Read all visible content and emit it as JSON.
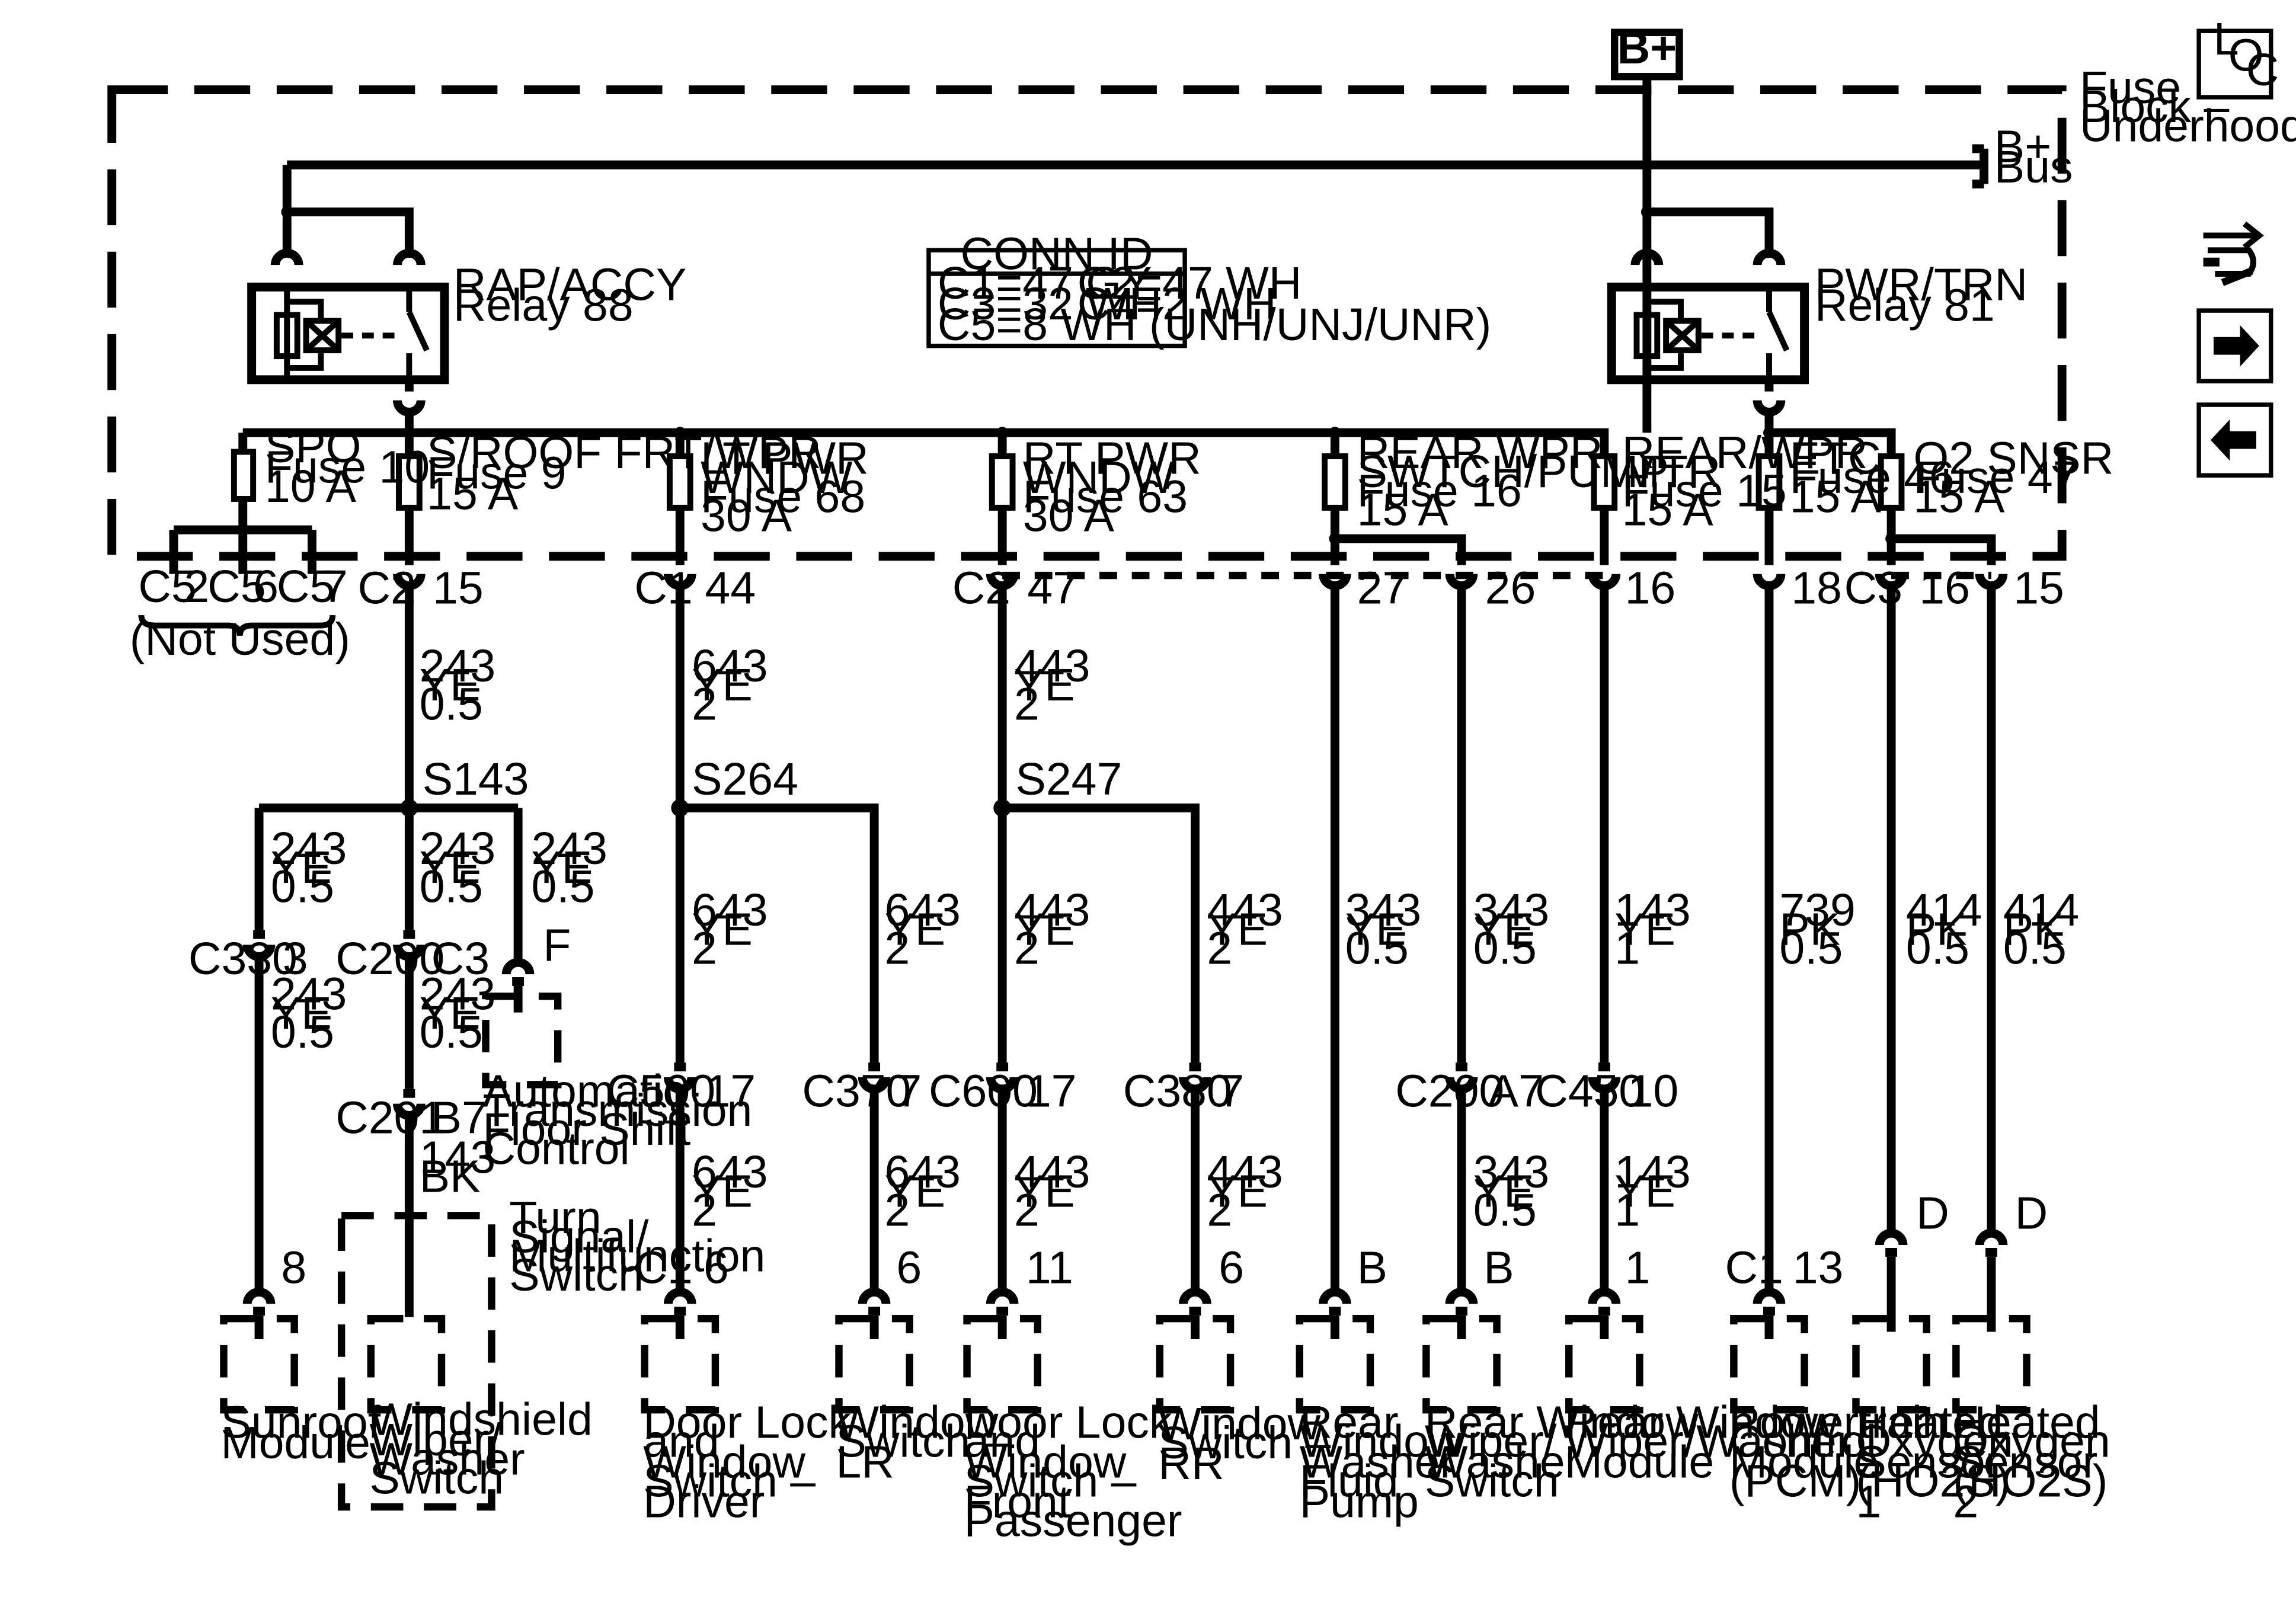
{
  "power": {
    "b_plus": "B+"
  },
  "fuse_block": {
    "line1": "Fuse",
    "line2": "Block –",
    "line3": "Underhood"
  },
  "bus": {
    "line1": "B+",
    "line2": "Bus"
  },
  "conn_id": {
    "title": "CONN ID",
    "rows": [
      [
        "C1=47 GY",
        "C2=47 WH"
      ],
      [
        "C3=32 WH",
        "C4=2 WH"
      ],
      [
        "C5=8 WH (UNH/UNJ/UNR)",
        ""
      ]
    ]
  },
  "relays": {
    "rap": {
      "line1": "RAP/ACCY",
      "line2": "Relay 88"
    },
    "pwr": {
      "line1": "PWR/TRN",
      "line2": "Relay 81"
    }
  },
  "fuses": [
    {
      "line1": "SPO",
      "line2": "Fuse 10",
      "line3": "10 A"
    },
    {
      "line1": "S/ROOF FRT/WPR",
      "line2": "Fuse 9",
      "line3": "15 A"
    },
    {
      "line1": "LT PWR",
      "line2": "WNDW",
      "line3": "Fuse 68",
      "line4": "30 A"
    },
    {
      "line1": "RT PWR",
      "line2": "WNDW",
      "line3": "Fuse 63",
      "line4": "30 A"
    },
    {
      "line1": "REAR WPR",
      "line2": "SWTCH/PUMP",
      "line3": "Fuse 16",
      "line4": "15 A"
    },
    {
      "line1": "REAR/WPR",
      "line2": "MTR",
      "line3": "Fuse 15",
      "line4": "15 A"
    },
    {
      "line1": "ETC",
      "line2": "Fuse 46",
      "line3": "15 A"
    },
    {
      "line1": "O2 SNSR",
      "line2": "Fuse 47",
      "line3": "15 A"
    }
  ],
  "not_used": {
    "pins": [
      "C5",
      "2",
      "C5",
      "6",
      "C5",
      "7"
    ],
    "label": "(Not Used)"
  },
  "top_connectors": {
    "c2_15": {
      "conn": "C2",
      "pin": "15"
    },
    "c1_44": {
      "conn": "C1",
      "pin": "44"
    },
    "c2_47": {
      "conn": "C2",
      "pin": "47"
    },
    "p27": {
      "pin": "27"
    },
    "p26": {
      "pin": "26"
    },
    "p16a": {
      "pin": "16"
    },
    "p18": {
      "pin": "18"
    },
    "c3_16": {
      "conn": "C3",
      "pin": "16"
    },
    "p15": {
      "pin": "15"
    }
  },
  "wires": {
    "w243": {
      "circuit": "243",
      "color": "YE",
      "gauge": "0.5"
    },
    "w643": {
      "circuit": "643",
      "color": "YE",
      "gauge": "2"
    },
    "w443": {
      "circuit": "443",
      "color": "YE",
      "gauge": "2"
    },
    "w343": {
      "circuit": "343",
      "color": "YE",
      "gauge": "0.5"
    },
    "w143": {
      "circuit": "143",
      "color": "YE",
      "gauge": "1"
    },
    "w739": {
      "circuit": "739",
      "color": "PK",
      "gauge": "0.5"
    },
    "w414": {
      "circuit": "414",
      "color": "PK",
      "gauge": "0.5"
    },
    "w143bk": {
      "circuit": "143",
      "color": "BK"
    }
  },
  "splices": {
    "s143": "S143",
    "s264": "S264",
    "s247": "S247"
  },
  "mid_connectors": {
    "c330": {
      "conn": "C330",
      "pin": "3"
    },
    "c200a": {
      "conn": "C200",
      "pin": "C3"
    },
    "f": {
      "pin": "F"
    },
    "c201": {
      "conn": "C201",
      "pin": "B7"
    },
    "c500": {
      "conn": "C500",
      "pin": "17"
    },
    "c370": {
      "conn": "C370",
      "pin": "7"
    },
    "c600": {
      "conn": "C600",
      "pin": "17"
    },
    "c380": {
      "conn": "C380",
      "pin": "7"
    },
    "c200b": {
      "conn": "C200",
      "pin": "A7"
    },
    "c450": {
      "conn": "C450",
      "pin": "10"
    }
  },
  "bottom_pins": {
    "sunroof": "8",
    "driver_conn": "C1",
    "driver_pin": "6",
    "lr": "6",
    "front_pass": "11",
    "rr": "6",
    "pump": "B",
    "rw_switch": "B",
    "rw_module": "1",
    "pcm_conn": "C1",
    "pcm_pin": "13",
    "ho2s1": "D",
    "ho2s2": "D"
  },
  "components": {
    "floor_shift": [
      "Automatic",
      "Transmission",
      "Floor Shift",
      "Control"
    ],
    "turn_signal": [
      "Turn",
      "Signal/",
      "Multifunction",
      "Switch"
    ],
    "sunroof": [
      "Sunroof",
      "Module"
    ],
    "windshield": [
      "Windshield",
      "Wiper/",
      "Washer",
      "Switch"
    ],
    "driver": [
      "Door Lock",
      "and",
      "Window",
      "Switch –",
      "Driver"
    ],
    "lr": [
      "Window",
      "Switch –",
      "LR"
    ],
    "front_pass": [
      "Door Lock",
      "and",
      "Window",
      "Switch –",
      "Front",
      "Passenger"
    ],
    "rr": [
      "Window",
      "Switch –",
      "RR"
    ],
    "pump": [
      "Rear",
      "Window",
      "Washer",
      "Fluid",
      "Pump"
    ],
    "rw_switch": [
      "Rear Window",
      "Wiper/",
      "Washer",
      "Switch"
    ],
    "rw_module": [
      "Rear Window",
      "Wiper/Washer",
      "Module"
    ],
    "pcm": [
      "Powertrain",
      "Control",
      "Module",
      "(PCM)"
    ],
    "ho2s1": [
      "Heated",
      "Oxygen",
      "Sensor",
      "(HO2S)",
      "1"
    ],
    "ho2s2": [
      "Heated",
      "Oxygen",
      "Sensor",
      "(HO2S)",
      "2"
    ]
  },
  "side_icons": {
    "loc": {
      "l": "L",
      "o": "O",
      "c": "C"
    },
    "items": [
      "loc-icon",
      "wiring-tools-icon",
      "arrow-right-icon",
      "arrow-left-icon"
    ]
  }
}
